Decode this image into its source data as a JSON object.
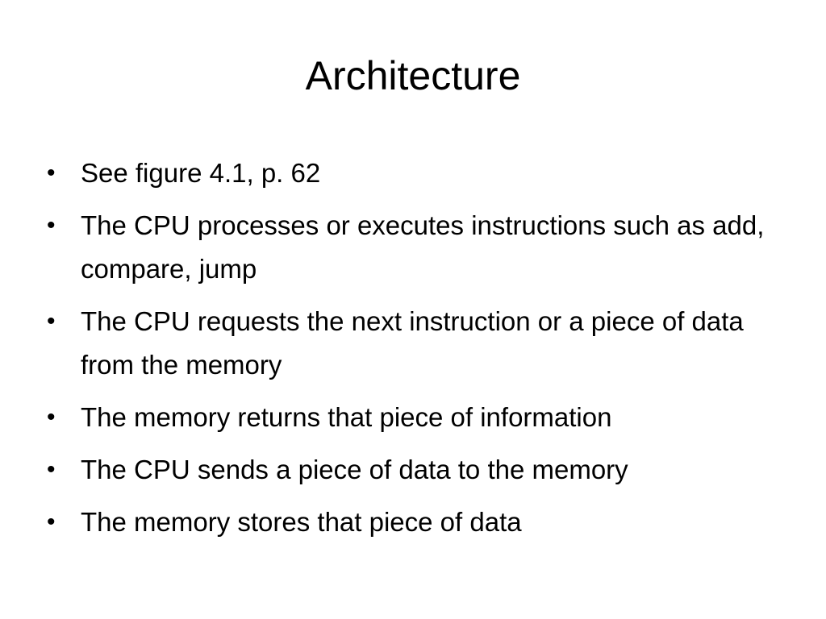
{
  "slide": {
    "title": "Architecture",
    "bullet_symbol": "•",
    "bullets": [
      {
        "text": "See figure 4.1, p. 62"
      },
      {
        "text": "The CPU processes or executes instructions such as add, compare, jump"
      },
      {
        "text": "The CPU requests the next instruction or a piece of data from the memory"
      },
      {
        "text": "The memory returns that piece of information"
      },
      {
        "text": "The CPU sends a piece of data to the memory"
      },
      {
        "text": "The memory stores that piece of data"
      }
    ]
  }
}
